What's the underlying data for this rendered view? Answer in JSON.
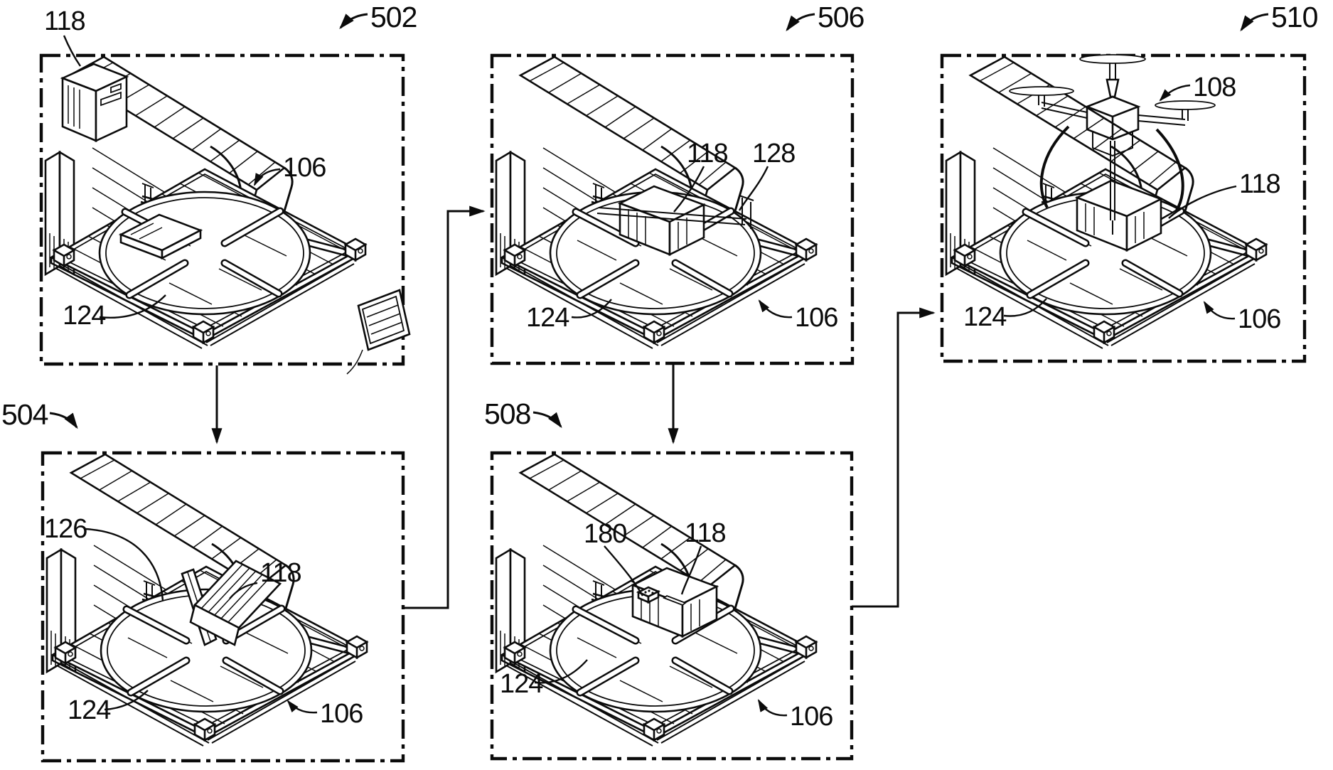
{
  "figure": {
    "kind": "patent-process-diagram",
    "background": "#ffffff",
    "line_color": "#0b0b0b",
    "steps": {
      "s502": "502",
      "s504": "504",
      "s506": "506",
      "s508": "508",
      "s510": "510"
    },
    "parts": {
      "p502": {
        "n118": "118",
        "n106": "106",
        "n124": "124"
      },
      "p504": {
        "n126": "126",
        "n118": "118",
        "n124": "124",
        "n106": "106"
      },
      "p506": {
        "n118": "118",
        "n128": "128",
        "n124": "124",
        "n106": "106"
      },
      "p508": {
        "n180": "180",
        "n118": "118",
        "n124": "124",
        "n106": "106"
      },
      "p510": {
        "n108": "108",
        "n118": "118",
        "n124": "124",
        "n106": "106"
      }
    }
  }
}
